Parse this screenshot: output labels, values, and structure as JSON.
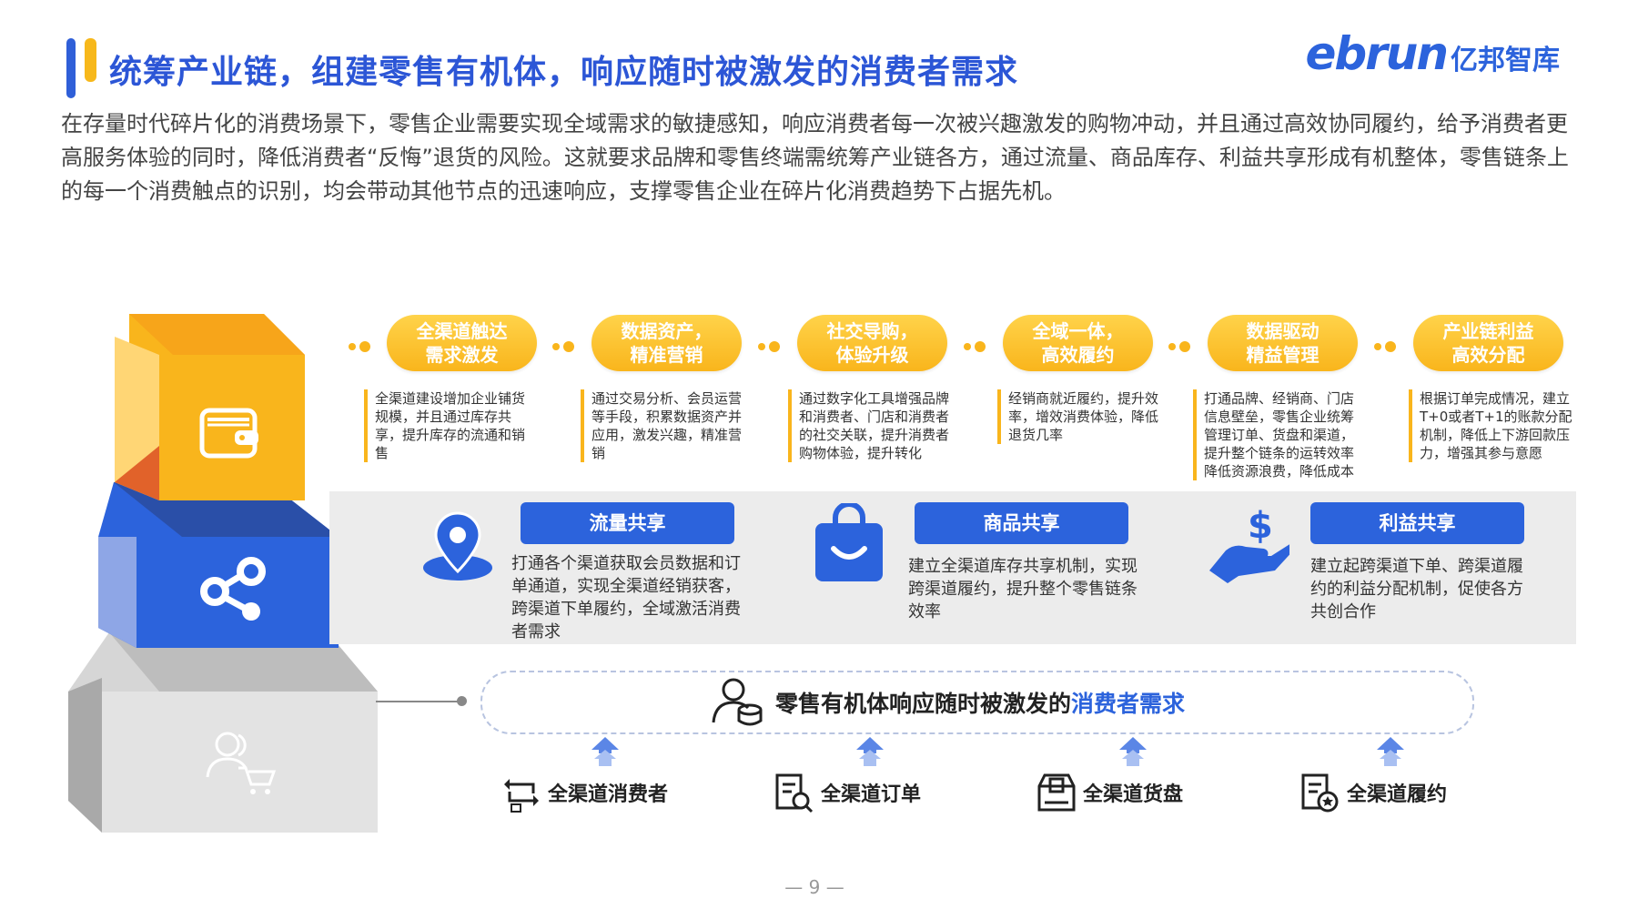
{
  "header": {
    "title": "统筹产业链，组建零售有机体，响应随时被激发的消费者需求",
    "logo_en": "ebrun",
    "logo_cn": "亿邦智库"
  },
  "intro": "在存量时代碎片化的消费场景下，零售企业需要实现全域需求的敏捷感知，响应消费者每一次被兴趣激发的购物冲动，并且通过高效协同履约，给予消费者更高服务体验的同时，降低消费者“反悔”退货的风险。这就要求品牌和零售终端需统筹产业链各方，通过流量、商品库存、利益共享形成有机整体，零售链条上的每一个消费触点的识别，均会带动其他节点的迅速响应，支撑零售企业在碎片化消费趋势下占据先机。",
  "steps": [
    {
      "line1": "全渠道触达",
      "line2": "需求激发",
      "desc": "全渠道建设增加企业铺货规模，并且通过库存共享，提升库存的流通和销售"
    },
    {
      "line1": "数据资产，",
      "line2": "精准营销",
      "desc": "通过交易分析、会员运营等手段，积累数据资产并应用，激发兴趣，精准营销"
    },
    {
      "line1": "社交导购，",
      "line2": "体验升级",
      "desc": "通过数字化工具增强品牌和消费者、门店和消费者的社交关联，提升消费者购物体验，提升转化"
    },
    {
      "line1": "全域一体，",
      "line2": "高效履约",
      "desc": "经销商就近履约，提升效率，增效消费体验，降低退货几率"
    },
    {
      "line1": "数据驱动",
      "line2": "精益管理",
      "desc": "打通品牌、经销商、门店信息壁垒，零售企业统筹管理订单、货盘和渠道，提升整个链条的运转效率降低资源浪费，降低成本"
    },
    {
      "line1": "产业链利益",
      "line2": "高效分配",
      "desc": "根据订单完成情况，建立T+0或者T+1的账款分配机制，降低上下游回款压力，增强其参与意愿"
    }
  ],
  "shares": [
    {
      "title": "流量共享",
      "icon": "location-pin-icon",
      "desc": "打通各个渠道获取会员数据和订单通道，实现全渠道经销获客，跨渠道下单履约，全域激活消费者需求"
    },
    {
      "title": "商品共享",
      "icon": "shopping-bag-icon",
      "desc": "建立全渠道库存共享机制，实现跨渠道履约，提升整个零售链条效率"
    },
    {
      "title": "利益共享",
      "icon": "money-hand-icon",
      "desc": "建立起跨渠道下单、跨渠道履约的利益分配机制，促使各方共创合作"
    }
  ],
  "demand": {
    "prefix": "零售有机体响应随时被激发的",
    "highlight": "消费者需求"
  },
  "bottom_items": [
    {
      "label": "全渠道消费者",
      "icon": "consumer-cycle-icon"
    },
    {
      "label": "全渠道订单",
      "icon": "order-search-icon"
    },
    {
      "label": "全渠道货盘",
      "icon": "inventory-box-icon"
    },
    {
      "label": "全渠道履约",
      "icon": "fulfillment-doc-icon"
    }
  ],
  "page_number": "— 9 —",
  "colors": {
    "accent_blue": "#2c63dc",
    "accent_yellow": "#f9b51c",
    "gray": "#d9d9d9"
  }
}
